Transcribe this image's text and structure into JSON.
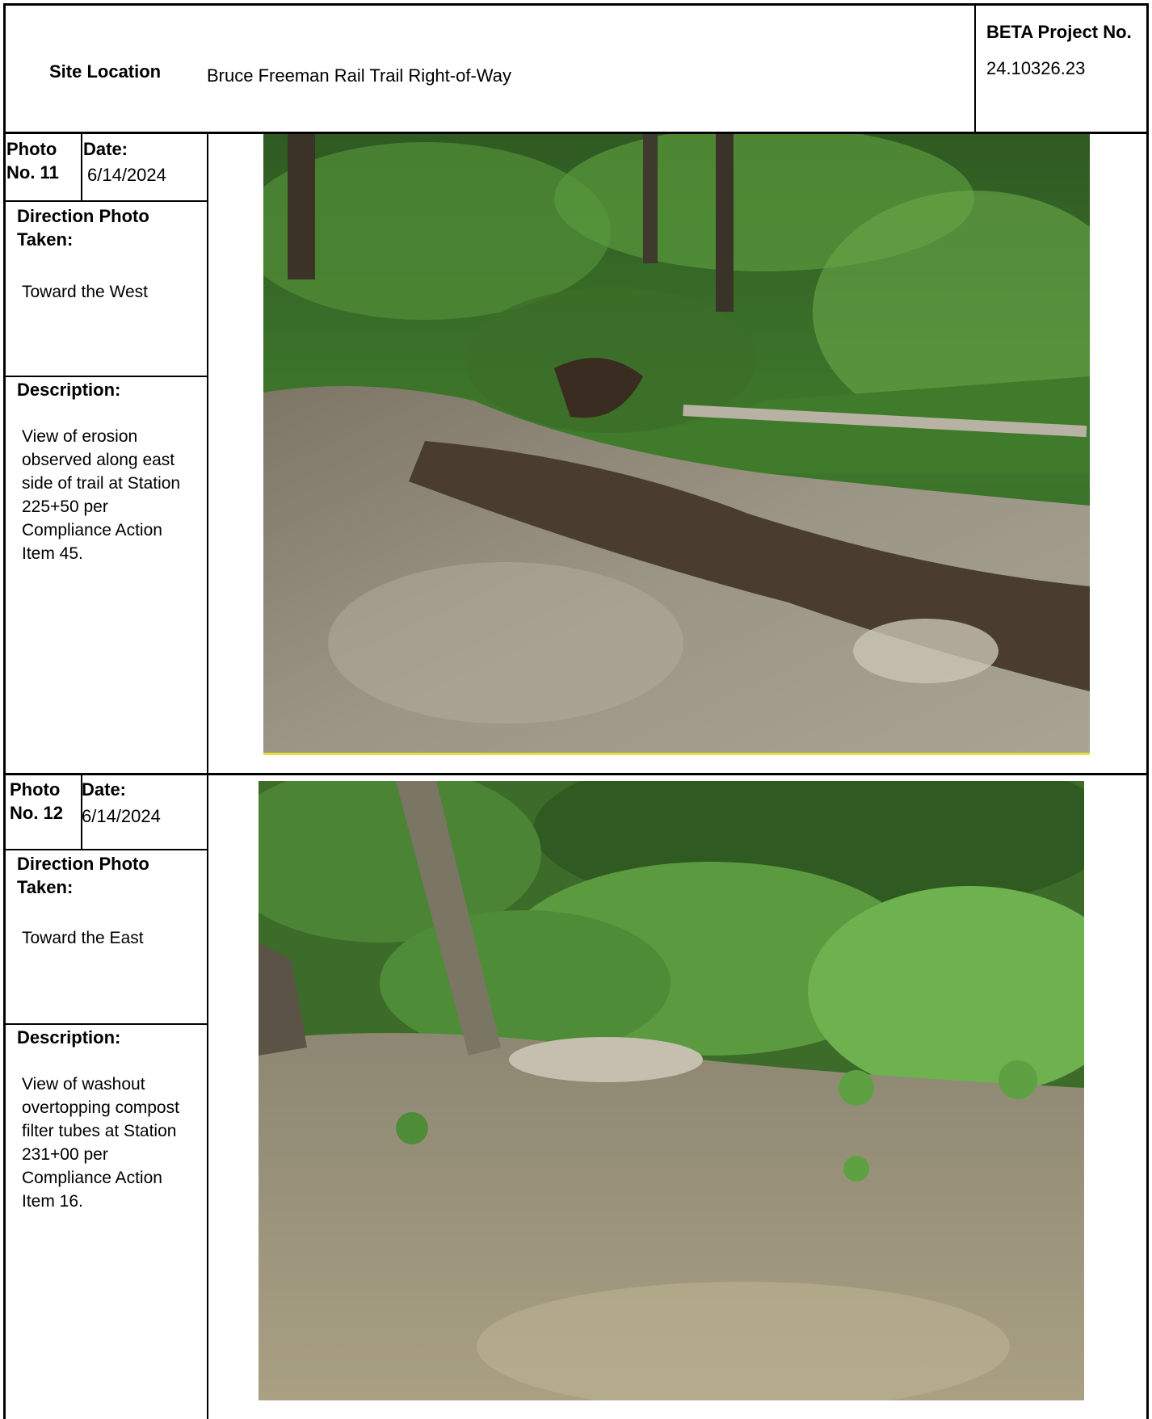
{
  "header": {
    "site_location_label": "Site Location",
    "site_location_value": "Bruce Freeman Rail Trail Right-of-Way",
    "project_label": "BETA Project No.",
    "project_value": "24.10326.23"
  },
  "photos": [
    {
      "photo_label": "Photo\nNo. 11",
      "date_label": "Date:",
      "date_value": "6/14/2024",
      "direction_label": "Direction Photo\nTaken:",
      "direction_value": "Toward the West",
      "description_label": "Description:",
      "description_value": "View of erosion\nobserved along east\nside of trail at Station\n225+50 per\nCompliance Action\nItem 45."
    },
    {
      "photo_label": "Photo\nNo. 12",
      "date_label": "Date:",
      "date_value": "6/14/2024",
      "direction_label": "Direction Photo\nTaken:",
      "direction_value": "Toward the East",
      "description_label": "Description:",
      "description_value": "View of washout\novertopping compost\nfilter tubes at Station\n231+00 per\nCompliance Action\nItem 16."
    }
  ]
}
